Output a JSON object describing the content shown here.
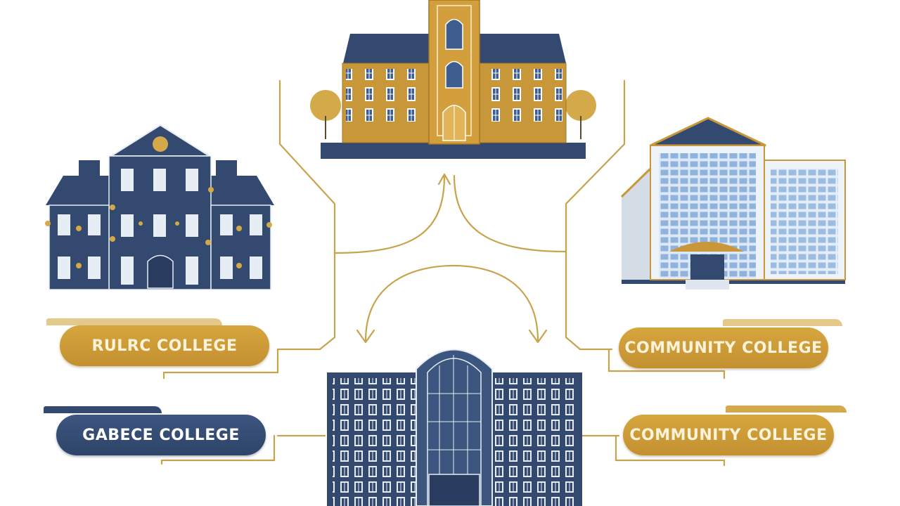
{
  "labels": {
    "top_left": "RULRC COLLEGE",
    "bottom_left": "GABECE COLLEGE",
    "top_right": "COMMUNITY COLLEGE",
    "bottom_right": "COMMUNITY COLLEGE"
  },
  "colors": {
    "gold": "#c8973a",
    "navy": "#33496f",
    "line": "#c9a24c"
  },
  "icons": [
    "tower-university-building",
    "victorian-college-building",
    "modern-glass-college-building",
    "tall-navy-college-building"
  ]
}
